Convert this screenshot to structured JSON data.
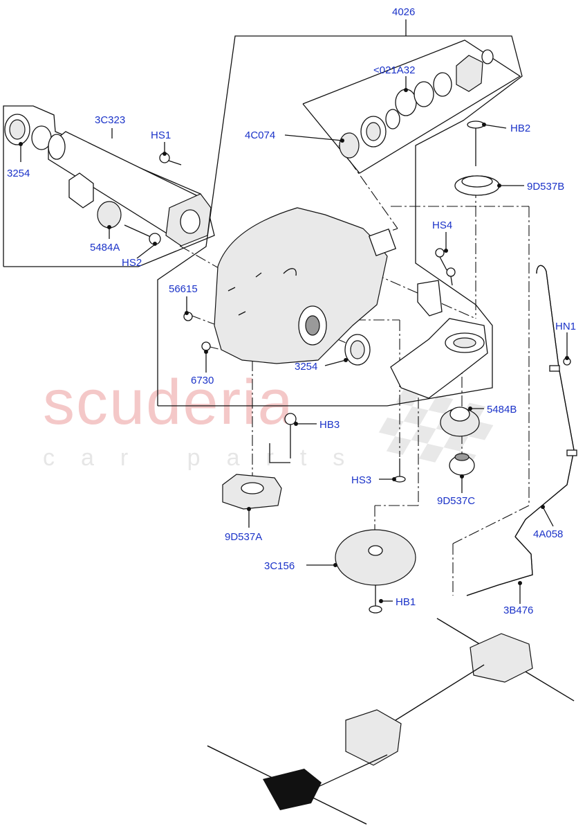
{
  "watermark": {
    "brand": "scuderia",
    "tagline": "car parts",
    "colors": {
      "brand": "#f4c8c8",
      "tagline": "#e6e6e6"
    }
  },
  "label_color": "#1a32c8",
  "labels": {
    "p4026": "4026",
    "p021A32": "<021A32",
    "p4C074": "4C074",
    "p3C323": "3C323",
    "hs1": "HS1",
    "p3254_left": "3254",
    "p5484A": "5484A",
    "hs2": "HS2",
    "hb2": "HB2",
    "p9D537B": "9D537B",
    "hs4": "HS4",
    "p56615": "56615",
    "p6730": "6730",
    "p3254_center": "3254",
    "hn1": "HN1",
    "p5484B": "5484B",
    "hb3": "HB3",
    "hs3": "HS3",
    "p9D537C": "9D537C",
    "p9D537A": "9D537A",
    "p4A058": "4A058",
    "p3C156": "3C156",
    "hb1": "HB1",
    "p3B476": "3B476"
  }
}
